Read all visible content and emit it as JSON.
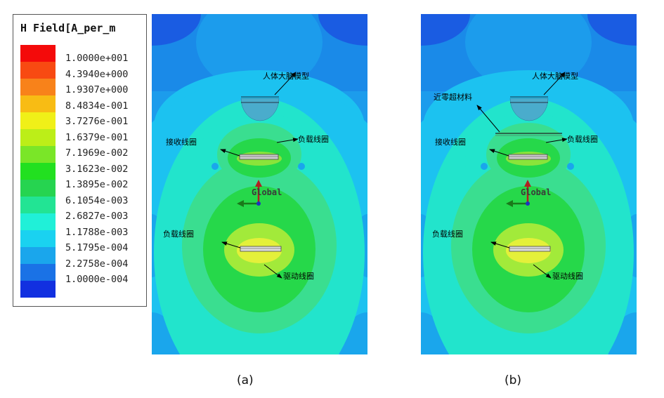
{
  "legend": {
    "title": "H Field[A_per_m",
    "values": [
      "1.0000e+001",
      "4.3940e+000",
      "1.9307e+000",
      "8.4834e-001",
      "3.7276e-001",
      "1.6379e-001",
      "7.1969e-002",
      "3.1623e-002",
      "1.3895e-002",
      "6.1054e-003",
      "2.6827e-003",
      "1.1788e-003",
      "5.1795e-004",
      "2.2758e-004",
      "1.0000e-004"
    ],
    "colors": [
      "#f40a0a",
      "#f84a12",
      "#f8821a",
      "#f8bc14",
      "#f0f018",
      "#bcee18",
      "#7ae628",
      "#22e020",
      "#26d450",
      "#22e494",
      "#20f0d8",
      "#1ad2f0",
      "#1aa6ec",
      "#1a72e6",
      "#1230e0"
    ]
  },
  "panels": [
    {
      "caption": "(a)",
      "axis_label": "Global",
      "labels": {
        "brain": "人体大脑模型",
        "receive": "接收线圈",
        "load_top": "负载线圈",
        "load_bottom": "负载线圈",
        "drive": "驱动线圈"
      },
      "has_metamaterial": false
    },
    {
      "caption": "(b)",
      "axis_label": "Global",
      "labels": {
        "brain": "人体大脑模型",
        "meta": "近零超材料",
        "receive": "接收线圈",
        "load_top": "负载线圈",
        "load_bottom": "负载线圈",
        "drive": "驱动线圈"
      },
      "has_metamaterial": true
    }
  ]
}
